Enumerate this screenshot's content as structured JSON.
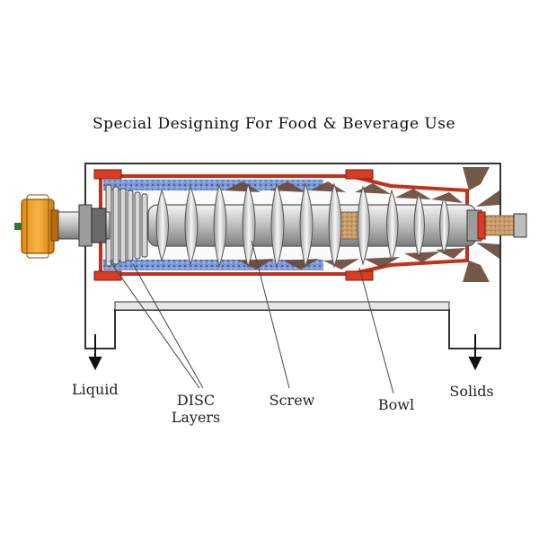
{
  "title": "Special Designing For Food & Beverage Use",
  "labels": {
    "liquid": "Liquid",
    "disc_line1": "DISC",
    "disc_line2": "Layers",
    "screw": "Screw",
    "bowl": "Bowl",
    "solids": "Solids"
  },
  "colors": {
    "bowl_outline": "#c0321b",
    "motor": "#f2a024",
    "frame": "#333333",
    "screw_gray": "#c8c8c8",
    "solids_brown": "#6b4a3a",
    "liquid_blue": "#5a7fc8",
    "sand": "#caa070"
  }
}
